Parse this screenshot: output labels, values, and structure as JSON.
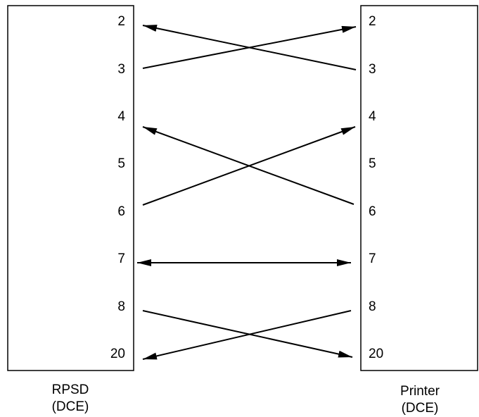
{
  "left_device": {
    "name": "RPSD",
    "type": "(DCE)",
    "pins": [
      "2",
      "3",
      "4",
      "5",
      "6",
      "7",
      "8",
      "20"
    ]
  },
  "right_device": {
    "name": "Printer",
    "type": "(DCE)",
    "pins": [
      "2",
      "3",
      "4",
      "5",
      "6",
      "7",
      "8",
      "20"
    ]
  },
  "connections": [
    {
      "from": "left-3",
      "to": "right-2",
      "arrow": "end"
    },
    {
      "from": "right-3",
      "to": "left-2",
      "arrow": "end"
    },
    {
      "from": "left-6",
      "to": "right-4",
      "arrow": "end"
    },
    {
      "from": "right-6",
      "to": "left-4",
      "arrow": "end"
    },
    {
      "from": "left-7",
      "to": "right-7",
      "arrow": "both"
    },
    {
      "from": "left-8",
      "to": "right-20",
      "arrow": "end"
    },
    {
      "from": "right-8",
      "to": "left-20",
      "arrow": "end"
    }
  ],
  "colors": {
    "line": "#000000",
    "background": "#ffffff"
  }
}
